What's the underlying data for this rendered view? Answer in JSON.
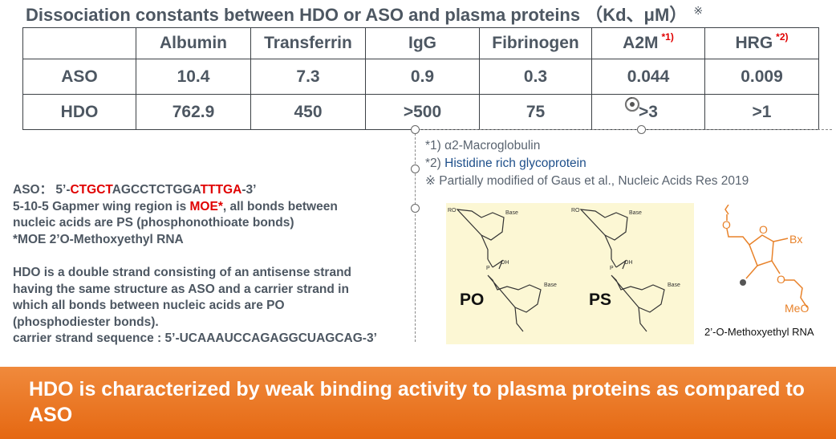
{
  "title": "Dissociation constants between HDO or ASO and plasma proteins （Kd、μM）",
  "title_mark": "※",
  "table": {
    "headers": [
      "",
      "Albumin",
      "Transferrin",
      "IgG",
      "Fibrinogen",
      "A2M",
      "HRG"
    ],
    "header_marks": {
      "A2M": "*1)",
      "HRG": "*2)"
    },
    "rows": [
      {
        "label": "ASO",
        "values": [
          "10.4",
          "7.3",
          "0.9",
          "0.3",
          "0.044",
          "0.009"
        ]
      },
      {
        "label": "HDO",
        "values": [
          "762.9",
          "450",
          ">500",
          "75",
          ">3",
          ">1"
        ]
      }
    ]
  },
  "notes": {
    "n1": "*1) α2-Macroglobulin",
    "n2_prefix": "*2) ",
    "n2_text": "Histidine rich glycoprotein",
    "n3": "※ Partially modified of Gaus et al., Nucleic Acids Res  2019"
  },
  "description": {
    "aso_prefix": "ASO：  5’-",
    "aso_seg1": "CTGCT",
    "aso_seg2": "AGCCTCTGGA",
    "aso_seg3": "TTTGA",
    "aso_suffix": "-3’",
    "gapmer_prefix": "5-10-5 Gapmer wing region is ",
    "gapmer_moe": "MOE*",
    "gapmer_suffix": ", all bonds between",
    "line3": "nucleic acids are PS (phosphonothioate bonds)",
    "line4": "*MOE 2’O-Methoxyethyl RNA",
    "hdo1": "HDO is a double strand consisting of an antisense strand",
    "hdo2": "having the same structure as ASO and a carrier strand in",
    "hdo3": "which all bonds between nucleic acids are PO",
    "hdo4": "(phosphodiester bonds).",
    "carrier": "carrier strand sequence : 5’-UCAAAUCCAGAGGCUAGCAG-3’"
  },
  "chem": {
    "po_label": "PO",
    "ps_label": "PS",
    "ro": "RO",
    "base": "Base",
    "oh": "OH",
    "moe_caption": "2’-O-Methoxyethyl RNA",
    "bx": "Bx",
    "meo": "MeO",
    "o": "O"
  },
  "banner": "HDO is characterized by weak binding activity to plasma proteins as compared to ASO",
  "colors": {
    "accent_red": "#e00000",
    "banner": "#ec7a2a",
    "chem_bg": "#fcf7d4",
    "moe_orange": "#e8822a",
    "note_blue": "#1e4f8a"
  }
}
